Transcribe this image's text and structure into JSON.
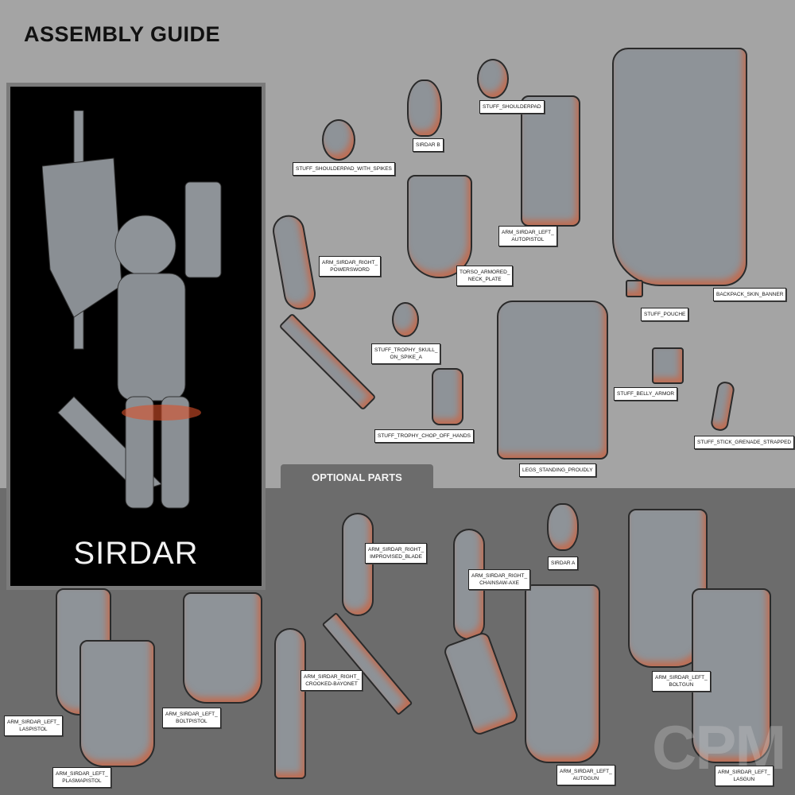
{
  "header": {
    "title": "ASSEMBLY GUIDE"
  },
  "character": {
    "name": "SIRDAR"
  },
  "optional_tab": "OPTIONAL PARTS",
  "watermark": "CPM",
  "parts": [
    {
      "lines": [
        "STUFF_SHOULDERPAD"
      ]
    },
    {
      "lines": [
        "SIRDAR B"
      ]
    },
    {
      "lines": [
        "STUFF_SHOULDERPAD_WITH_SPIKES"
      ]
    },
    {
      "lines": [
        "ARM_SIRDAR_LEFT_",
        "AUTOPISTOL"
      ]
    },
    {
      "lines": [
        "ARM_SIRDAR_RIGHT_",
        "POWERSWORD"
      ]
    },
    {
      "lines": [
        "TORSO_ARMORED_",
        "NECK_PLATE"
      ]
    },
    {
      "lines": [
        "BACKPACK_SKIN_BANNER"
      ]
    },
    {
      "lines": [
        "STUFF_POUCHE"
      ]
    },
    {
      "lines": [
        "STUFF_TROPHY_SKULL_",
        "ON_SPIKE_A"
      ]
    },
    {
      "lines": [
        "STUFF_BELLY_ARMOR"
      ]
    },
    {
      "lines": [
        "STUFF_TROPHY_CHOP_OFF_HANDS"
      ]
    },
    {
      "lines": [
        "STUFF_STICK_GRENADE_STRAPPED"
      ]
    },
    {
      "lines": [
        "LEGS_STANDING_PROUDLY"
      ]
    }
  ],
  "optional_parts": [
    {
      "lines": [
        "ARM_SIRDAR_RIGHT_",
        "IMPROVISED_BLADE"
      ]
    },
    {
      "lines": [
        "SIRDAR A"
      ]
    },
    {
      "lines": [
        "ARM_SIRDAR_RIGHT_",
        "CHAINSAW-AXE"
      ]
    },
    {
      "lines": [
        "ARM_SIRDAR_RIGHT_",
        "CROOKED-BAYONET"
      ]
    },
    {
      "lines": [
        "ARM_SIRDAR_LEFT_",
        "BOLTGUN"
      ]
    },
    {
      "lines": [
        "ARM_SIRDAR_LEFT_",
        "LASPISTOL"
      ]
    },
    {
      "lines": [
        "ARM_SIRDAR_LEFT_",
        "BOLTPISTOL"
      ]
    },
    {
      "lines": [
        "ARM_SIRDAR_LEFT_",
        "PLASMAPISTOL"
      ]
    },
    {
      "lines": [
        "ARM_SIRDAR_LEFT_",
        "AUTOGUN"
      ]
    },
    {
      "lines": [
        "ARM_SIRDAR_LEFT_",
        "LASGUN"
      ]
    }
  ]
}
